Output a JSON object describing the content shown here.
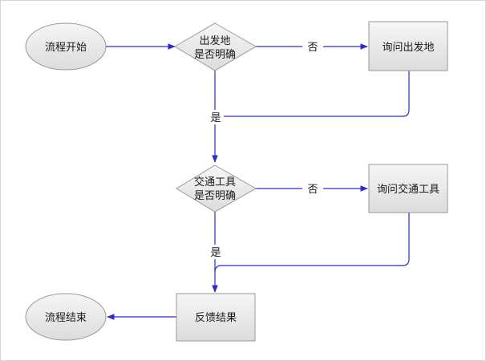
{
  "colors": {
    "edge": "#2b2bd0",
    "node_fill": "#e6e6e6",
    "node_stroke": "#9a9a9a"
  },
  "nodes": {
    "start": {
      "label": "流程开始",
      "shape": "ellipse"
    },
    "departure_decision": {
      "label_line1": "出发地",
      "label_line2": "是否明确",
      "shape": "diamond"
    },
    "ask_departure": {
      "label": "询问出发地",
      "shape": "rectangle"
    },
    "transport_decision": {
      "label_line1": "交通工具",
      "label_line2": "是否明确",
      "shape": "diamond"
    },
    "ask_transport": {
      "label": "询问交通工具",
      "shape": "rectangle"
    },
    "feedback": {
      "label": "反馈结果",
      "shape": "rectangle"
    },
    "end": {
      "label": "流程结束",
      "shape": "ellipse"
    }
  },
  "edges": {
    "departure_no": "否",
    "departure_yes": "是",
    "transport_no": "否",
    "transport_yes": "是"
  }
}
